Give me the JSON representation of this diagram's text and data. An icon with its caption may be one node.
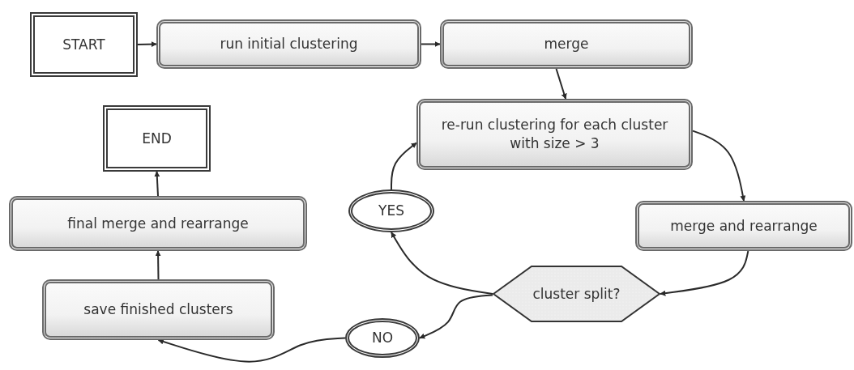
{
  "diagram": {
    "nodes": [
      {
        "text": [
          "START"
        ]
      },
      {
        "text": [
          "run initial clustering"
        ]
      },
      {
        "text": [
          "merge"
        ]
      },
      {
        "text": [
          "re-run clustering for each cluster with size > 3"
        ]
      },
      {
        "text": [
          "END"
        ]
      },
      {
        "text": [
          "final merge and rearrange"
        ]
      },
      {
        "text": [
          "merge and rearrange"
        ]
      },
      {
        "text": [
          "YES"
        ]
      },
      {
        "text": [
          "cluster split?"
        ]
      },
      {
        "text": [
          "save finished clusters"
        ]
      },
      {
        "text": [
          "NO"
        ]
      }
    ],
    "edges": [
      {
        "from": 0,
        "to": 1,
        "arrow": "to"
      },
      {
        "from": 1,
        "to": 2,
        "arrow": "to"
      },
      {
        "from": 2,
        "to": 3,
        "arrow": "to"
      },
      {
        "from": 3,
        "to": 6,
        "arrow": "to"
      },
      {
        "from": 6,
        "to": 8,
        "arrow": "to"
      },
      {
        "from": 8,
        "to": 7,
        "arrow": "to"
      },
      {
        "from": 7,
        "to": 3,
        "arrow": "to"
      },
      {
        "from": 8,
        "to": 10,
        "arrow": "to"
      },
      {
        "from": 10,
        "to": 9,
        "arrow": "to"
      },
      {
        "from": 9,
        "to": 5,
        "arrow": "to"
      },
      {
        "from": 5,
        "to": 4,
        "arrow": "to"
      }
    ]
  }
}
